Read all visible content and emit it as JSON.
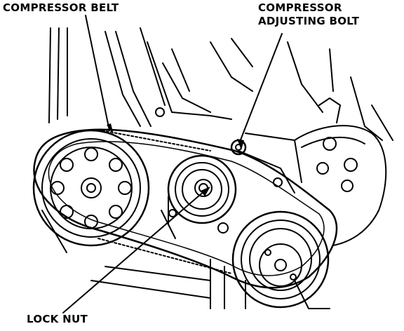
{
  "labels": {
    "compressor_belt": "COMPRESSOR BELT",
    "compressor_adjusting_bolt_line1": "COMPRESSOR",
    "compressor_adjusting_bolt_line2": "ADJUSTING BOLT",
    "lock_nut": "LOCK NUT"
  },
  "colors": {
    "ink": "#000000",
    "paper": "#ffffff"
  }
}
